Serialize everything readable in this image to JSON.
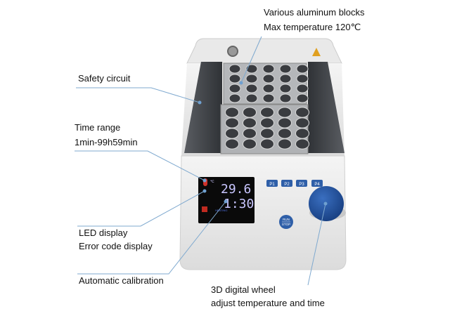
{
  "callouts": {
    "blocks": {
      "line1": "Various aluminum blocks",
      "line2": "Max temperature 120℃"
    },
    "safety": {
      "line1": "Safety circuit"
    },
    "time": {
      "line1": "Time range",
      "line2": "1min-99h59min"
    },
    "led": {
      "line1": "LED display",
      "line2": "Error code display"
    },
    "calibration": {
      "line1": "Automatic calibration"
    },
    "wheel": {
      "line1": "3D digital wheel",
      "line2": "adjust temperature and time"
    }
  },
  "display": {
    "temperature": "29.6",
    "time": "1:30",
    "status": "HEATING",
    "unit": "℃"
  },
  "buttons": {
    "p1": "P1",
    "p2": "P2",
    "p3": "P3",
    "p4": "P4",
    "run": "RUN",
    "stop": "STOP"
  },
  "colors": {
    "accent": "#2f5fa8",
    "callout_line": "#7fa9cf",
    "display_text": "#c9c6ff"
  }
}
